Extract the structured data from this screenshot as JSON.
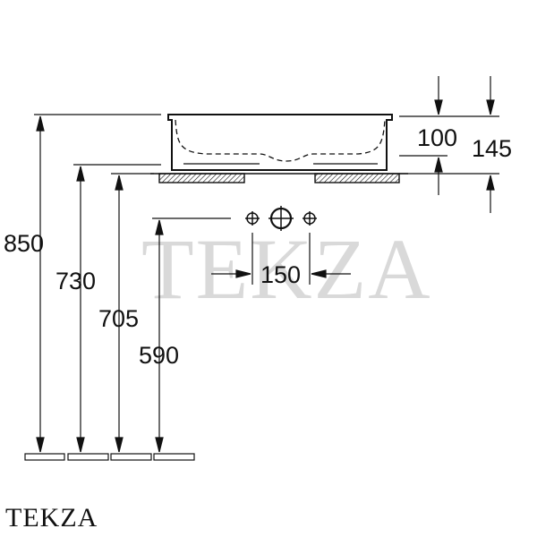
{
  "watermark_text": "TEKZA",
  "brand_label": "TEKZA",
  "dimensions": {
    "basin_height": "100",
    "total_height": "145",
    "overall_height": "850",
    "bottom_edge_height": "730",
    "counter_height": "705",
    "outlet_height": "590",
    "tap_spacing": "150"
  },
  "colors": {
    "line": "#111111",
    "hatch": "#111111",
    "watermark": "#d9d9d9"
  }
}
